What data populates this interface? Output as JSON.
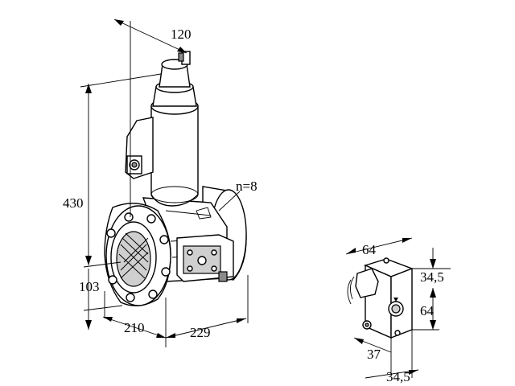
{
  "dimensions": {
    "main": {
      "width_top": "120",
      "height_total": "430",
      "height_base": "103",
      "flange_depth": "210",
      "body_length": "229",
      "bolt_count": "n=8"
    },
    "actuator": {
      "width": "64",
      "top_offset": "34,5",
      "height": "64",
      "depth": "37",
      "bottom_offset": "34,5"
    }
  }
}
